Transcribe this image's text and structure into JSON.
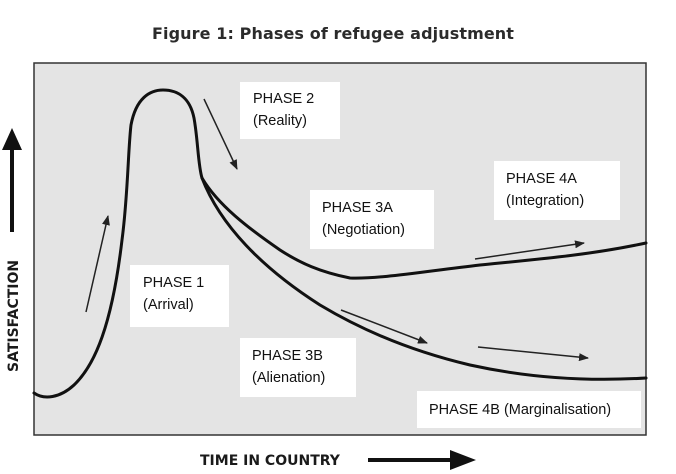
{
  "figure": {
    "title": "Figure 1: Phases of refugee adjustment"
  },
  "axes": {
    "x_label": "TIME IN COUNTRY",
    "y_label": "SATISFACTION"
  },
  "phases": {
    "phase1": {
      "title": "PHASE 1",
      "subtitle": "(Arrival)"
    },
    "phase2": {
      "title": "PHASE 2",
      "subtitle": "(Reality)"
    },
    "phase3a": {
      "title": "PHASE 3A",
      "subtitle": "(Negotiation)"
    },
    "phase3b": {
      "title": "PHASE 3B",
      "subtitle": "(Alienation)"
    },
    "phase4a": {
      "title": "PHASE 4A",
      "subtitle": "(Integration)"
    },
    "phase4b": {
      "title": "PHASE 4B (Marginalisation)"
    }
  },
  "colors": {
    "plot_background": "#e4e4e4",
    "curve": "#111111",
    "label_box": "#ffffff",
    "frame": "#333333"
  }
}
